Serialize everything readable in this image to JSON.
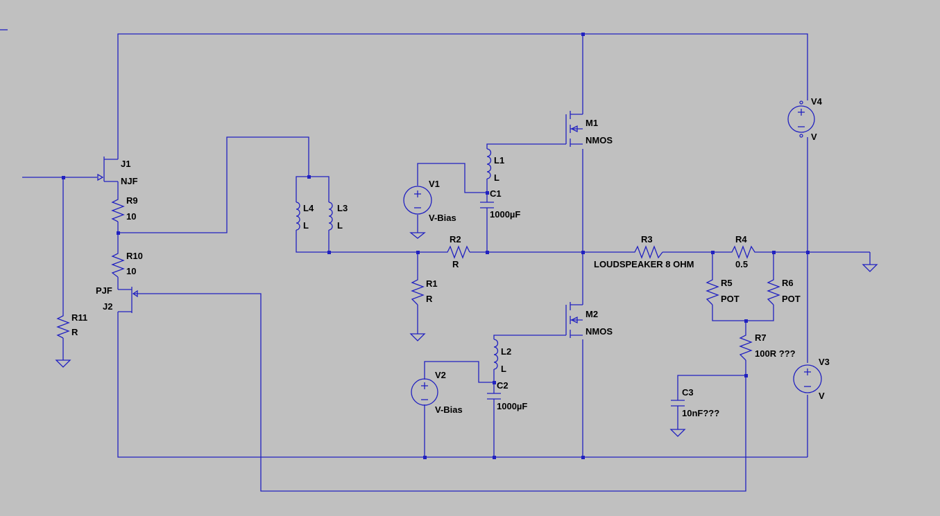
{
  "colors": {
    "background": "#c0c0c0",
    "wire": "#2121c0",
    "text": "#000000"
  },
  "components": {
    "J1": {
      "name": "J1",
      "value": "NJF"
    },
    "J2": {
      "name": "J2",
      "value": "PJF"
    },
    "R9": {
      "name": "R9",
      "value": "10"
    },
    "R10": {
      "name": "R10",
      "value": "10"
    },
    "R11": {
      "name": "R11",
      "value": "R"
    },
    "L1": {
      "name": "L1",
      "value": "L"
    },
    "L2": {
      "name": "L2",
      "value": "L"
    },
    "L3": {
      "name": "L3",
      "value": "L"
    },
    "L4": {
      "name": "L4",
      "value": "L"
    },
    "V1": {
      "name": "V1",
      "value": "V-Bias"
    },
    "V2": {
      "name": "V2",
      "value": "V-Bias"
    },
    "V3": {
      "name": "V3",
      "value": "V"
    },
    "V4": {
      "name": "V4",
      "value": "V"
    },
    "C1": {
      "name": "C1",
      "value": "1000µF"
    },
    "C2": {
      "name": "C2",
      "value": "1000µF"
    },
    "C3": {
      "name": "C3",
      "value": "10nF???"
    },
    "R1": {
      "name": "R1",
      "value": "R"
    },
    "R2": {
      "name": "R2",
      "value": "R"
    },
    "R3": {
      "name": "R3",
      "value": "LOUDSPEAKER 8 OHM"
    },
    "R4": {
      "name": "R4",
      "value": "0.5"
    },
    "R5": {
      "name": "R5",
      "value": "POT"
    },
    "R6": {
      "name": "R6",
      "value": "POT"
    },
    "R7": {
      "name": "R7",
      "value": "100R ???"
    },
    "M1": {
      "name": "M1",
      "value": "NMOS"
    },
    "M2": {
      "name": "M2",
      "value": "NMOS"
    }
  }
}
